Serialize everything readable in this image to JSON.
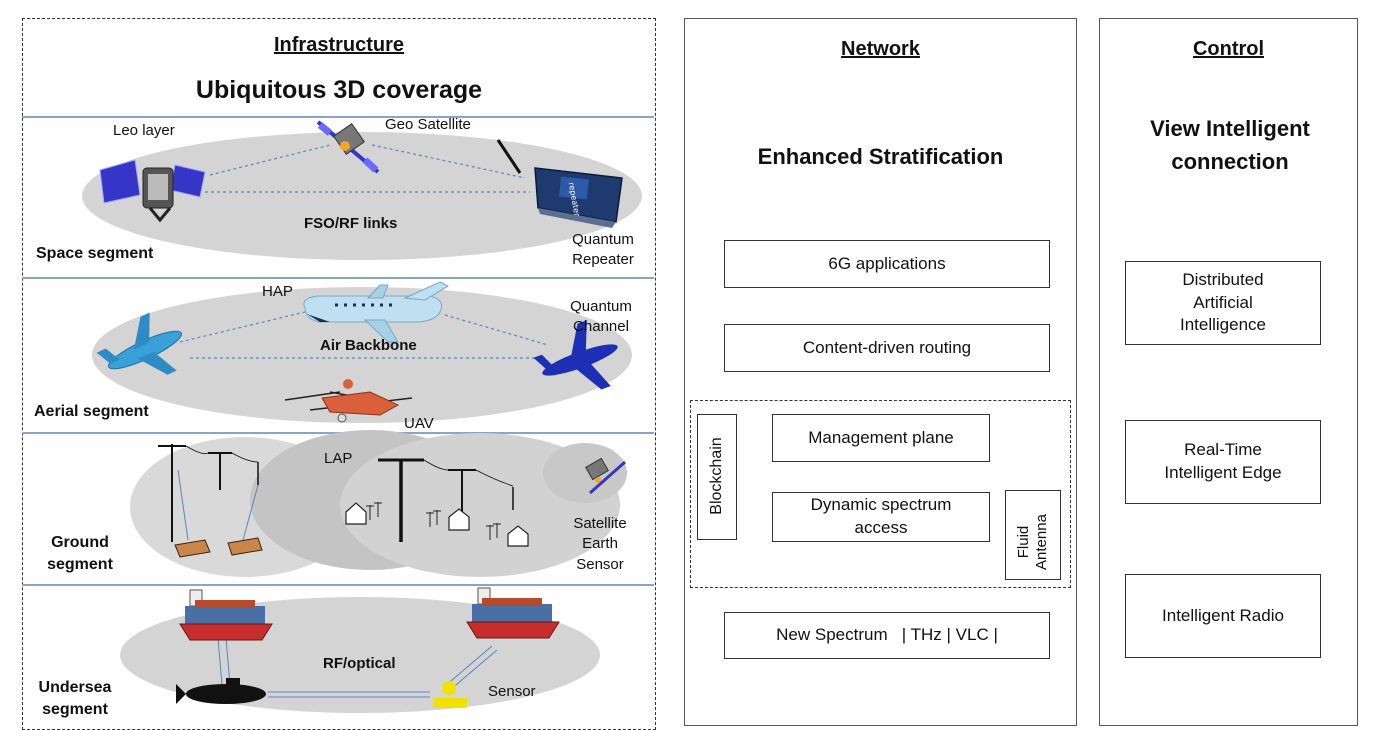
{
  "infrastructure": {
    "heading": "Infrastructure",
    "subtitle": "Ubiquitous 3D coverage",
    "space": {
      "segment_label": "Space segment",
      "leo_label": "Leo layer",
      "geo_label": "Geo Satellite",
      "links_label": "FSO/RF links",
      "repeater_label": "Quantum Repeater",
      "device_text": "repeater"
    },
    "aerial": {
      "segment_label": "Aerial segment",
      "hap_label": "HAP",
      "backbone_label": "Air Backbone",
      "channel_label": "Quantum Channel",
      "uav_label": "UAV"
    },
    "ground": {
      "segment_label": "Ground segment",
      "lap_label": "LAP",
      "sensor_label": "Satellite Earth Sensor"
    },
    "undersea": {
      "segment_label": "Undersea segment",
      "link_label": "RF/optical",
      "sensor_label": "Sensor"
    }
  },
  "network": {
    "heading": "Network",
    "title": "Enhanced Stratification",
    "boxes": {
      "apps": "6G applications",
      "routing": "Content-driven routing",
      "management": "Management plane",
      "spectrum_access": "Dynamic spectrum access",
      "blockchain": "Blockchain",
      "fluid_antenna": "Fluid Antenna",
      "new_spectrum": "New Spectrum   | THz | VLC |"
    }
  },
  "control": {
    "heading": "Control",
    "title": "View Intelligent connection",
    "boxes": {
      "dai": "Distributed Artificial Intelligence",
      "edge": "Real-Time Intelligent Edge",
      "radio": "Intelligent Radio"
    }
  },
  "colors": {
    "ellipse": "#d4d4d4",
    "separator": "#8aa4c3",
    "link_dashed": "#5b86b8",
    "satellite_blue": "#3535c8",
    "jet_blue": "#1d2fb5",
    "plane_light": "#bfe0f0",
    "drone_orange": "#d9603b",
    "ship_red": "#c62e2e",
    "sensor_yellow": "#f2e200"
  }
}
